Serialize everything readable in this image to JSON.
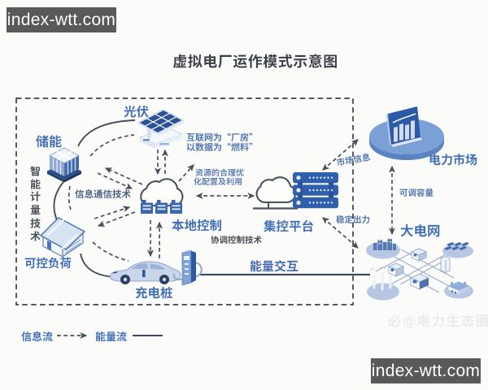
{
  "title": "虚拟电厂运作模式示意图",
  "watermark": {
    "top_left": "index-wtt.com",
    "bottom_right": "index-wtt.com",
    "faint": "必@电力生态圈"
  },
  "nodes": {
    "storage": {
      "label": "储能"
    },
    "pv": {
      "label": "光伏"
    },
    "local_control": {
      "label": "本地控制"
    },
    "controllable_load": {
      "label": "可控负荷"
    },
    "charging_pile": {
      "label": "充电桩"
    },
    "central_platform": {
      "label": "集控平台"
    },
    "power_market": {
      "label": "电力市场"
    },
    "main_grid": {
      "label": "大电网"
    }
  },
  "annotations": {
    "smart_metering": "智能计量技术",
    "ict": "信息通信技术",
    "internet_line1": "互联网为“厂房”",
    "internet_line2": "以数据为“燃料”",
    "resource_line1": "资源的合理优",
    "resource_line2": "化配置及利用",
    "coordination": "协调控制技术",
    "market_info": "市场信息",
    "stable_output": "稳定出力",
    "adjustable_capacity": "可调容量",
    "energy_interaction": "能量交互"
  },
  "legend": {
    "info_flow": "信息流",
    "energy_flow": "能量流"
  },
  "colors": {
    "label_blue": "#3d6cb5",
    "annotation_blue": "#4d73ad",
    "dark_text": "#3a3f46",
    "info_line": "#47525f",
    "energy_line": "#42506a",
    "icon_blue": "#3a66ad",
    "icon_navy": "#2d59a6",
    "icon_light_blue": "#c3d0e6",
    "watermark_bg": "#59595b",
    "background": "#fbfbf9"
  }
}
